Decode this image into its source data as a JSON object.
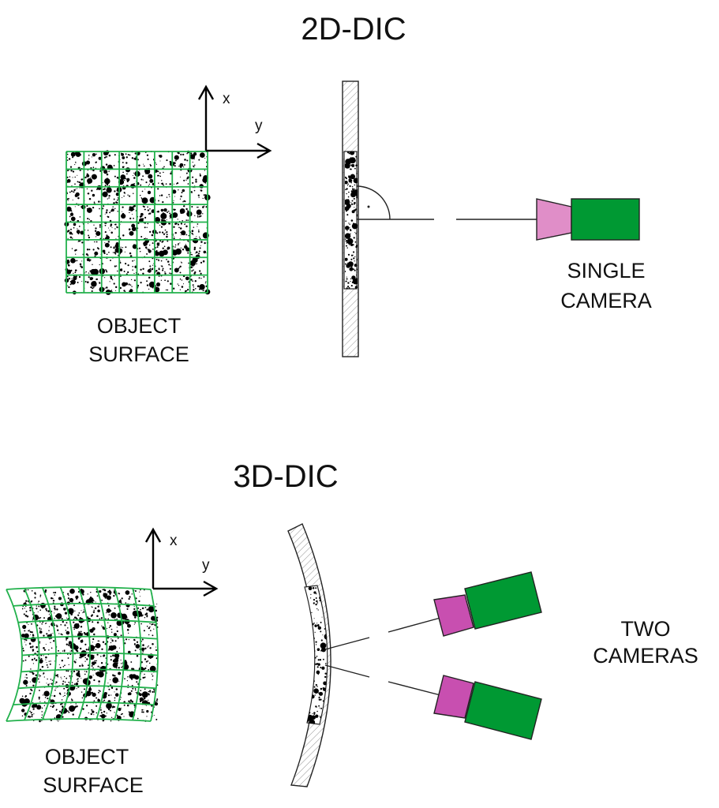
{
  "top": {
    "title": "2D-DIC",
    "axis_x": "x",
    "axis_y": "y",
    "object_label": [
      "OBJECT",
      "SURFACE"
    ],
    "camera_label": [
      "SINGLE",
      "CAMERA"
    ]
  },
  "bottom": {
    "title": "3D-DIC",
    "axis_x": "x",
    "axis_y": "y",
    "object_label": [
      "OBJECT",
      "SURFACE"
    ],
    "camera_label": [
      "TWO",
      "CAMERAS"
    ]
  },
  "colors": {
    "grid": "#22b14c",
    "camera_body": "#009933",
    "lens_top": "#e08ec8",
    "lens_bottom": "#c84fb0",
    "hatch": "#999999",
    "speckle": "#000000"
  }
}
